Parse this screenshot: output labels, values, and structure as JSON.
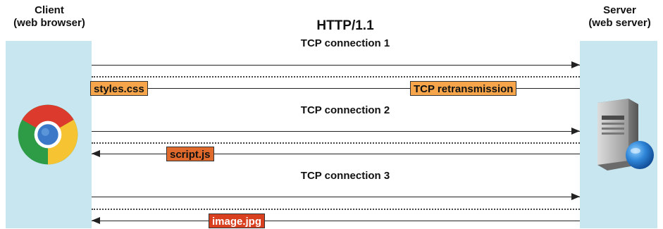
{
  "client": {
    "line1": "Client",
    "line2": "(web browser)"
  },
  "server": {
    "line1": "Server",
    "line2": "(web server)"
  },
  "title": "HTTP/1.1",
  "connections": [
    {
      "label": "TCP connection 1"
    },
    {
      "label": "TCP connection 2"
    },
    {
      "label": "TCP connection 3"
    }
  ],
  "resources": {
    "styles": "styles.css",
    "retransmission": "TCP retransmission",
    "script": "script.js",
    "image": "image.jpg"
  },
  "icons": {
    "client": "chrome-browser-icon",
    "server": "server-globe-icon"
  },
  "colors": {
    "lane": "#c7e6ef",
    "styles_box": "#f7a54a",
    "script_box": "#e06a2b",
    "image_box": "#d9401f"
  }
}
